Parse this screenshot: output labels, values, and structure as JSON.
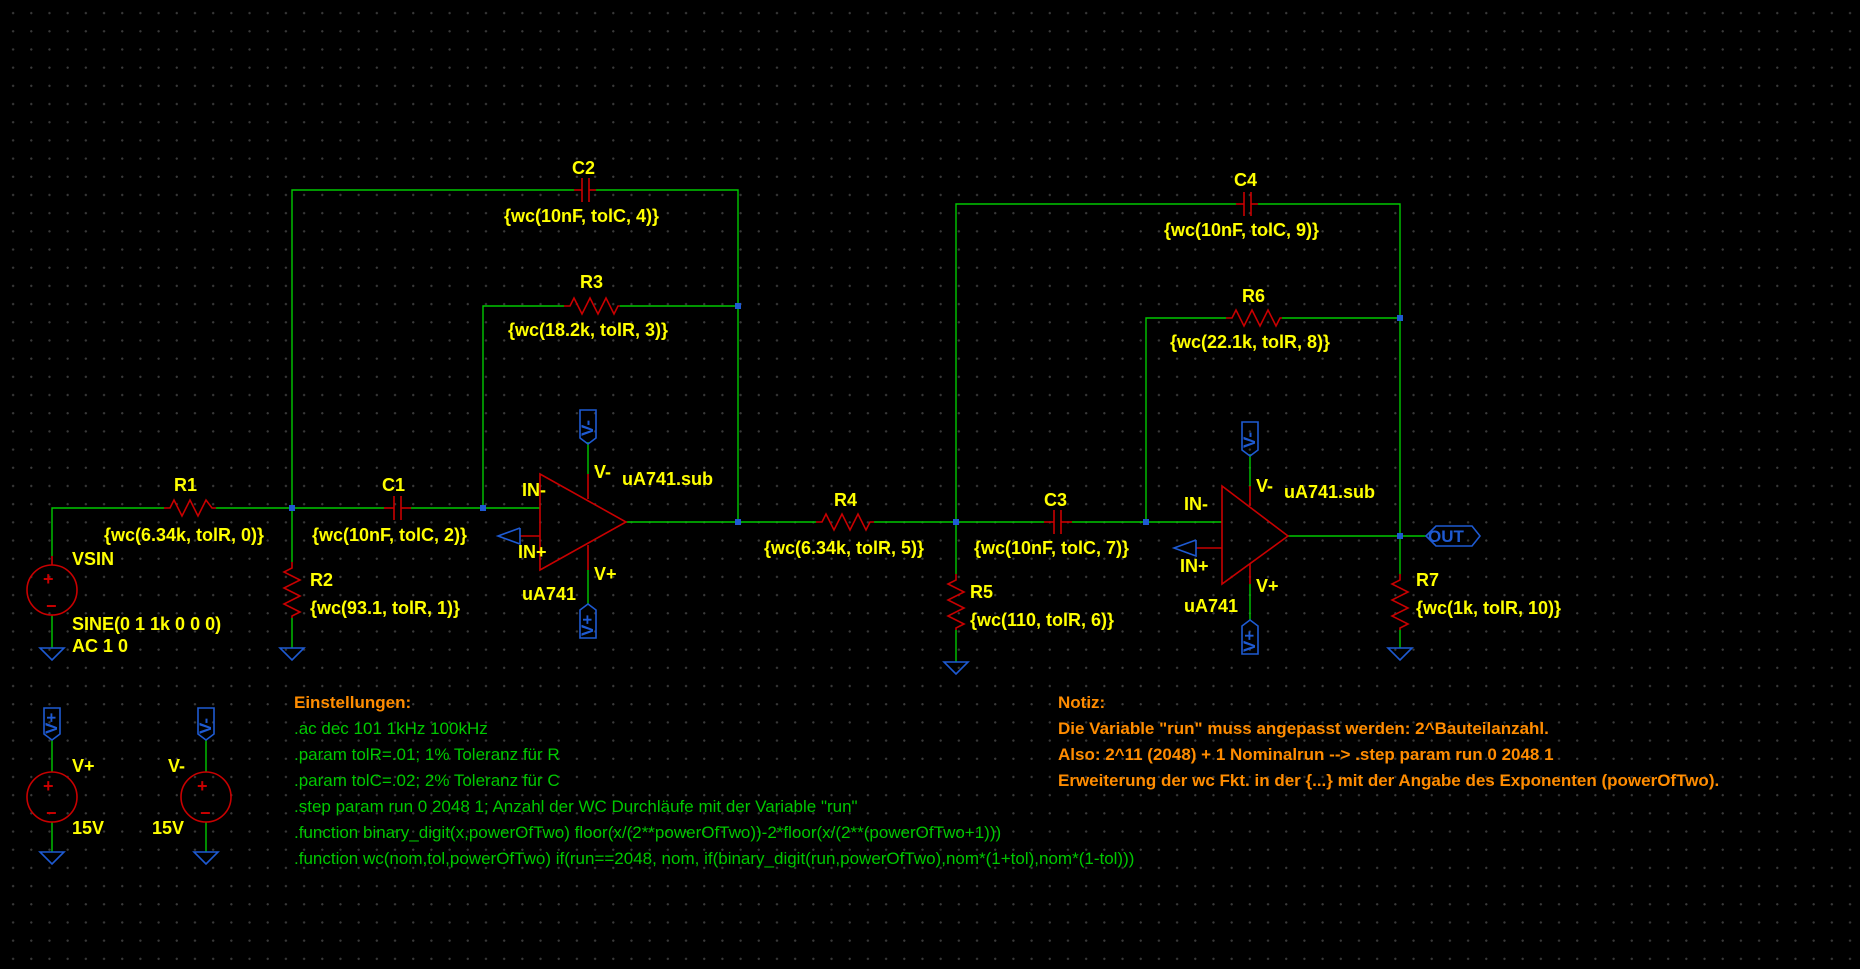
{
  "components": {
    "R1": {
      "name": "R1",
      "value": "{wc(6.34k, tolR, 0)}"
    },
    "R2": {
      "name": "R2",
      "value": "{wc(93.1, tolR, 1)}"
    },
    "C1": {
      "name": "C1",
      "value": "{wc(10nF, tolC, 2)}"
    },
    "R3": {
      "name": "R3",
      "value": "{wc(18.2k, tolR, 3)}"
    },
    "C2": {
      "name": "C2",
      "value": "{wc(10nF, tolC, 4)}"
    },
    "R4": {
      "name": "R4",
      "value": "{wc(6.34k, tolR, 5)}"
    },
    "R5": {
      "name": "R5",
      "value": "{wc(110, tolR, 6)}"
    },
    "C3": {
      "name": "C3",
      "value": "{wc(10nF, tolC, 7)}"
    },
    "R6": {
      "name": "R6",
      "value": "{wc(22.1k, tolR, 8)}"
    },
    "C4": {
      "name": "C4",
      "value": "{wc(10nF, tolC, 9)}"
    },
    "R7": {
      "name": "R7",
      "value": "{wc(1k, tolR, 10)}"
    },
    "VSIN": {
      "name": "VSIN",
      "value1": "SINE(0 1 1k 0 0 0)",
      "value2": "AC 1 0"
    },
    "VPLUS": {
      "name": "V+",
      "value": "15V"
    },
    "VMINUS": {
      "name": "V-",
      "value": "15V"
    },
    "U1": {
      "model": "uA741",
      "sub": "uA741.sub",
      "in_minus": "IN-",
      "in_plus": "IN+",
      "v_minus": "V-",
      "v_plus": "V+"
    },
    "U2": {
      "model": "uA741",
      "sub": "uA741.sub",
      "in_minus": "IN-",
      "in_plus": "IN+",
      "v_minus": "V-",
      "v_plus": "V+"
    }
  },
  "net_labels": {
    "vplus": "V+",
    "vminus": "V-",
    "out": "OUT"
  },
  "directives": {
    "header": "Einstellungen:",
    "lines": [
      ".ac dec 101 1kHz 100kHz",
      ".param tolR=.01; 1% Toleranz für R",
      ".param tolC=.02; 2% Toleranz für C",
      ".step param run 0 2048 1; Anzahl der WC Durchläufe mit der Variable \"run\"",
      ".function binary_digit(x,powerOfTwo) floor(x/(2**powerOfTwo))-2*floor(x/(2**(powerOfTwo+1)))",
      ".function wc(nom,tol,powerOfTwo) if(run==2048, nom, if(binary_digit(run,powerOfTwo),nom*(1+tol),nom*(1-tol)))"
    ]
  },
  "note": {
    "header": "Notiz:",
    "lines": [
      "Die Variable \"run\" muss angepasst werden: 2^Bauteilanzahl.",
      "Also: 2^11 (2048) + 1 Nominalrun --> .step param run 0 2048 1",
      "Erweiterung der wc Fkt. in der {...} mit der Angabe des Exponenten (powerOfTwo)."
    ]
  },
  "colors": {
    "background": "#000000",
    "wire": "#00c800",
    "component": "#c80000",
    "label": "#ffff00",
    "directive": "#00c800",
    "note": "#ff8c00",
    "ground": "#1e5ad2"
  }
}
